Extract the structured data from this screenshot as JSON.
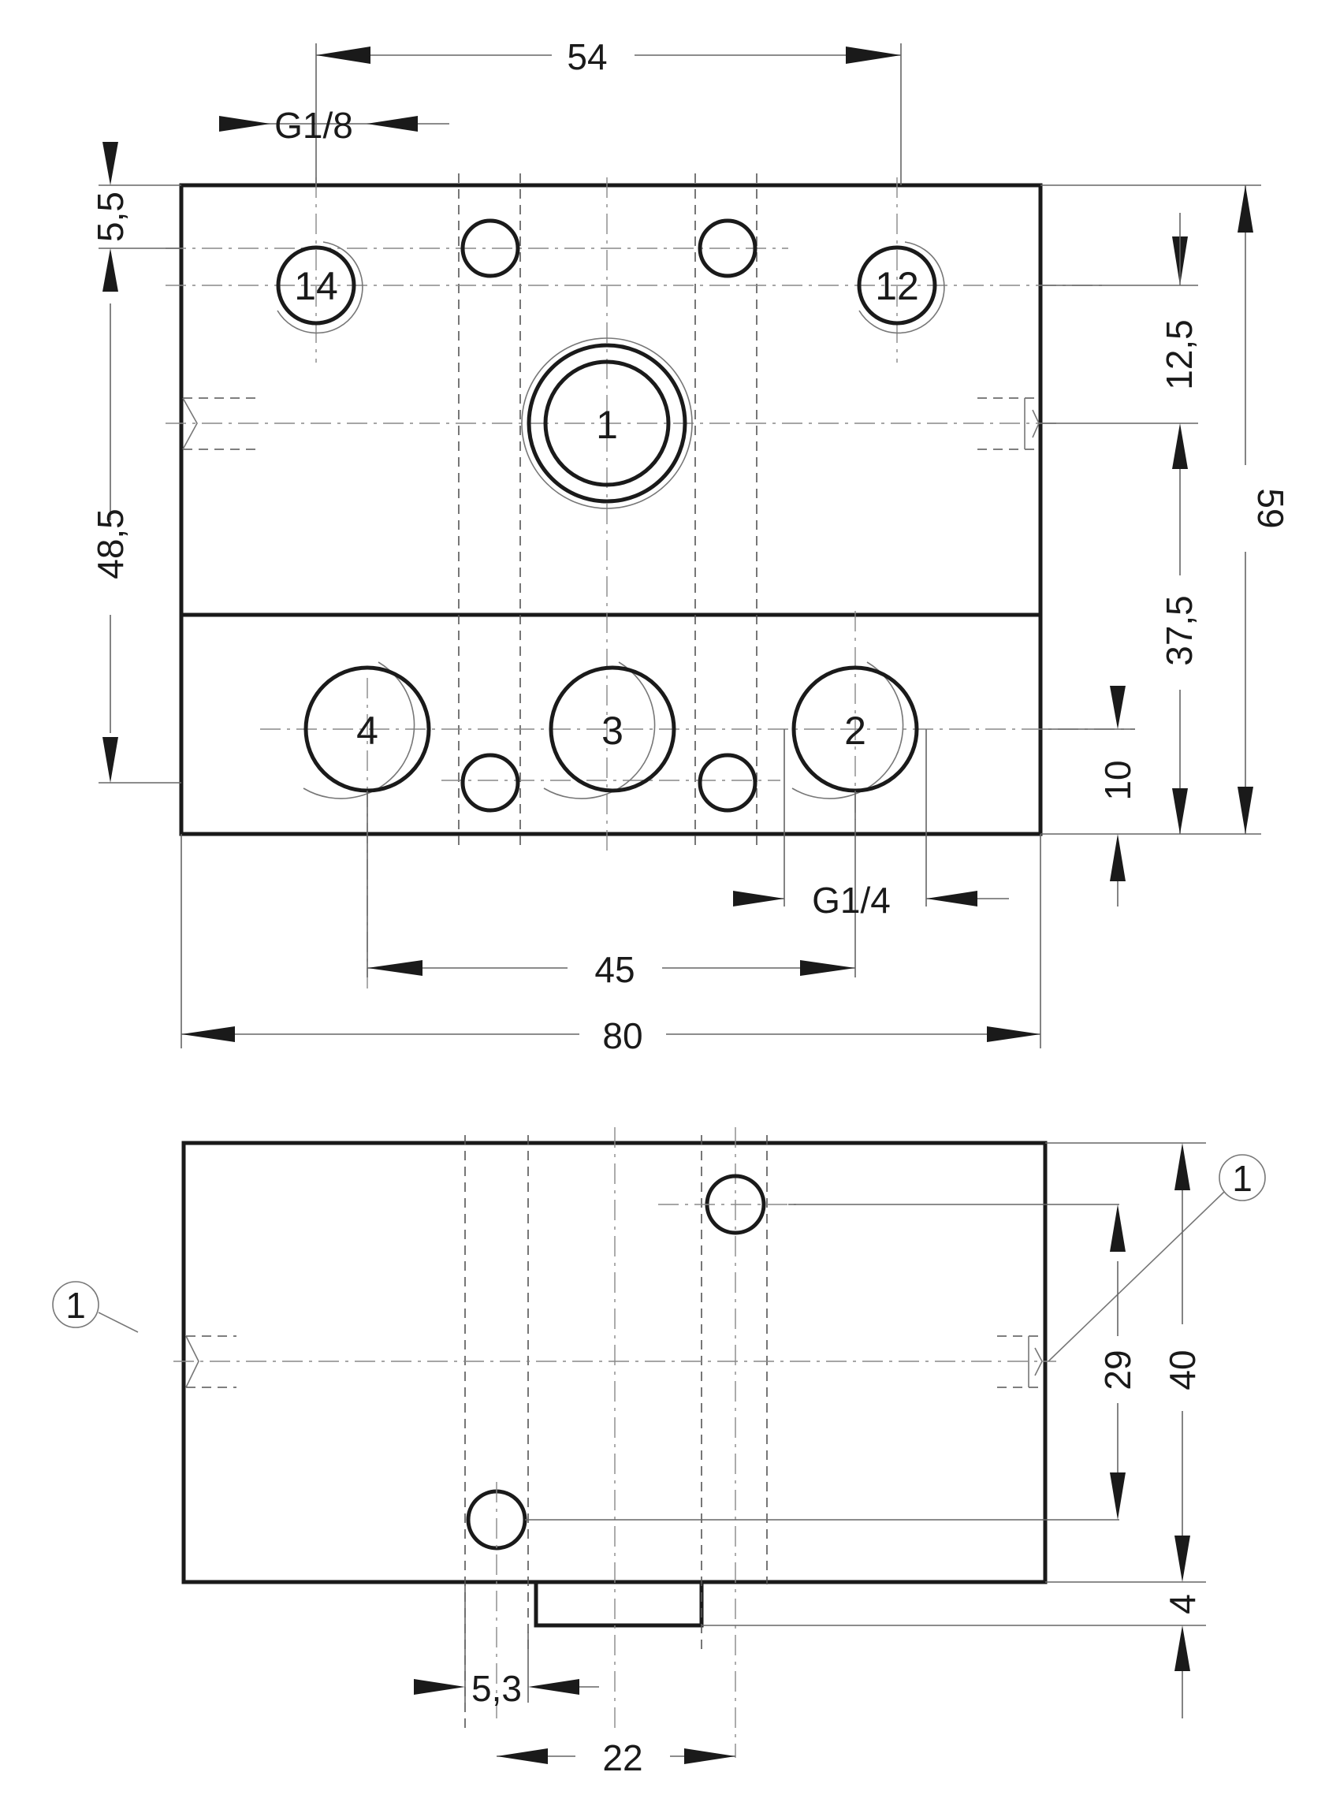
{
  "top_view": {
    "ports": {
      "p1": "1",
      "p2": "2",
      "p3": "3",
      "p4": "4",
      "p12": "12",
      "p14": "14"
    },
    "dims": {
      "d54": "54",
      "g18": "G1/8",
      "d55": "5,5",
      "d485": "48,5",
      "d125": "12,5",
      "d375": "37,5",
      "d59": "59",
      "d10": "10",
      "g14": "G1/4",
      "d45": "45",
      "d80": "80"
    }
  },
  "side_view": {
    "callouts": {
      "left": "1",
      "right": "1"
    },
    "dims": {
      "d29": "29",
      "d40": "40",
      "d4": "4",
      "d53": "5,3",
      "d22": "22"
    }
  }
}
